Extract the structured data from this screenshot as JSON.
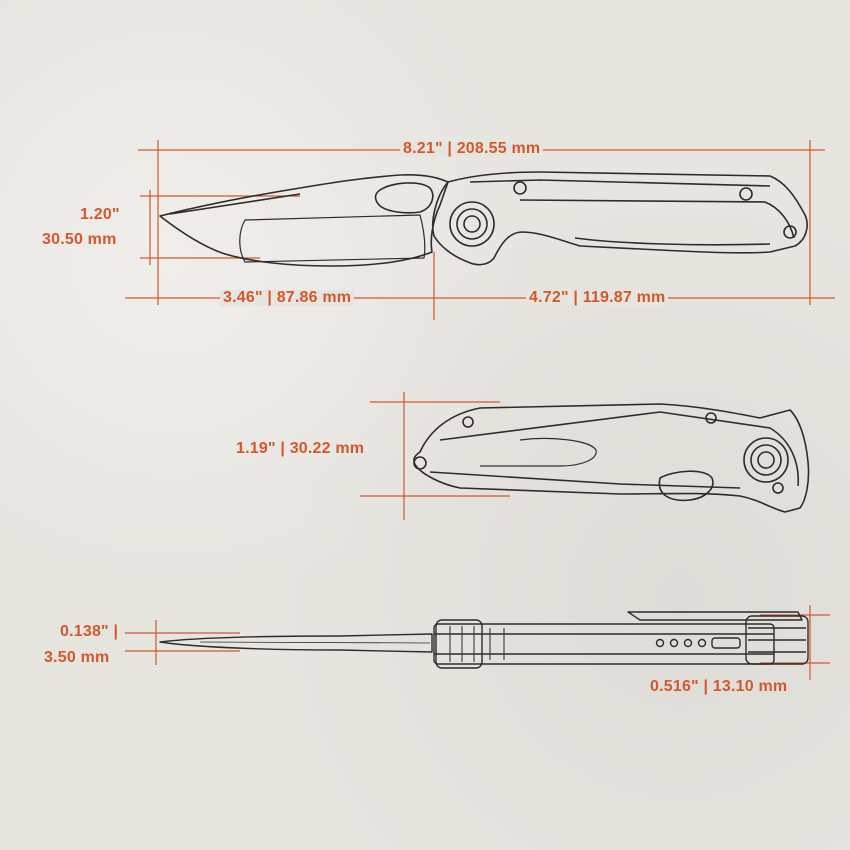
{
  "dimensions": {
    "overall_length": "8.21\" | 208.55 mm",
    "blade_height_in": "1.20\"",
    "blade_height_mm": "30.50 mm",
    "blade_length": "3.46\" | 87.86 mm",
    "handle_length": "4.72\" | 119.87 mm",
    "closed_height": "1.19\" | 30.22 mm",
    "blade_thickness_in": "0.138\" |",
    "blade_thickness_mm": "3.50 mm",
    "handle_thickness": "0.516\" | 13.10 mm"
  },
  "colors": {
    "accent": "#d4582a",
    "ink": "#2e2c2a",
    "paper": "#e7e5e0"
  }
}
